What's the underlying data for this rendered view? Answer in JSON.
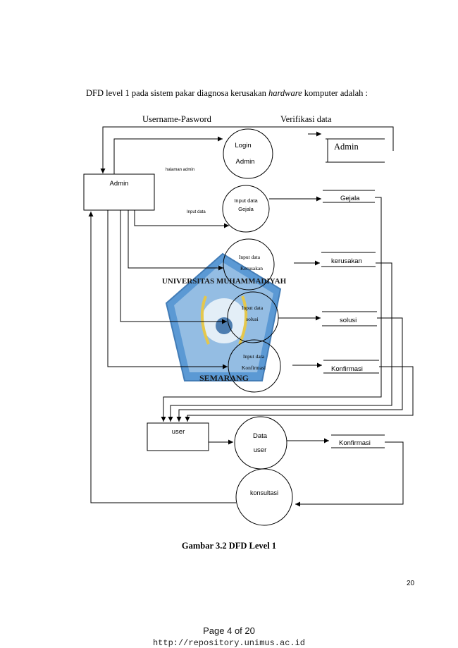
{
  "document": {
    "intro_before": "DFD level 1 pada sistem pakar diagnosa kerusakan ",
    "intro_italic": "hardware",
    "intro_after": " komputer adalah :",
    "caption": "Gambar 3.2 DFD Level 1",
    "page_number": "20"
  },
  "diagram": {
    "flow_labels": {
      "username_password": "Username-Pasword",
      "verifikasi_data": "Verifikasi data",
      "halaman_admin": "halaman admin",
      "input_data": "Input data"
    },
    "entities": {
      "admin": "Admin",
      "user": "user"
    },
    "processes": [
      {
        "line1": "Login",
        "line2": "Admin"
      },
      {
        "line1": "Input data",
        "line2": "Gejala"
      },
      {
        "line1": "Input data",
        "line2": "Kerusakan"
      },
      {
        "line1": "Input data",
        "line2": "solusi"
      },
      {
        "line1": "Input data",
        "line2": "Konfirmasi"
      },
      {
        "line1": "Data",
        "line2": "user"
      },
      {
        "line1": "konsultasi",
        "line2": ""
      }
    ],
    "stores": {
      "admin": "Admin",
      "gejala": "Gejala",
      "kerusakan": "kerusakan",
      "solusi": "solusi",
      "konfirmasi": "Konfirmasi",
      "konfirmasi_user": "Konfirmasi"
    },
    "watermark": {
      "arc_text": "UNIVERSITAS MUHAMMADIYAH",
      "bottom_text": "SEMARANG",
      "color": "#3b82c4"
    }
  },
  "viewer": {
    "page_indicator": "Page 4 of 20",
    "source_url": "http://repository.unimus.ac.id"
  }
}
